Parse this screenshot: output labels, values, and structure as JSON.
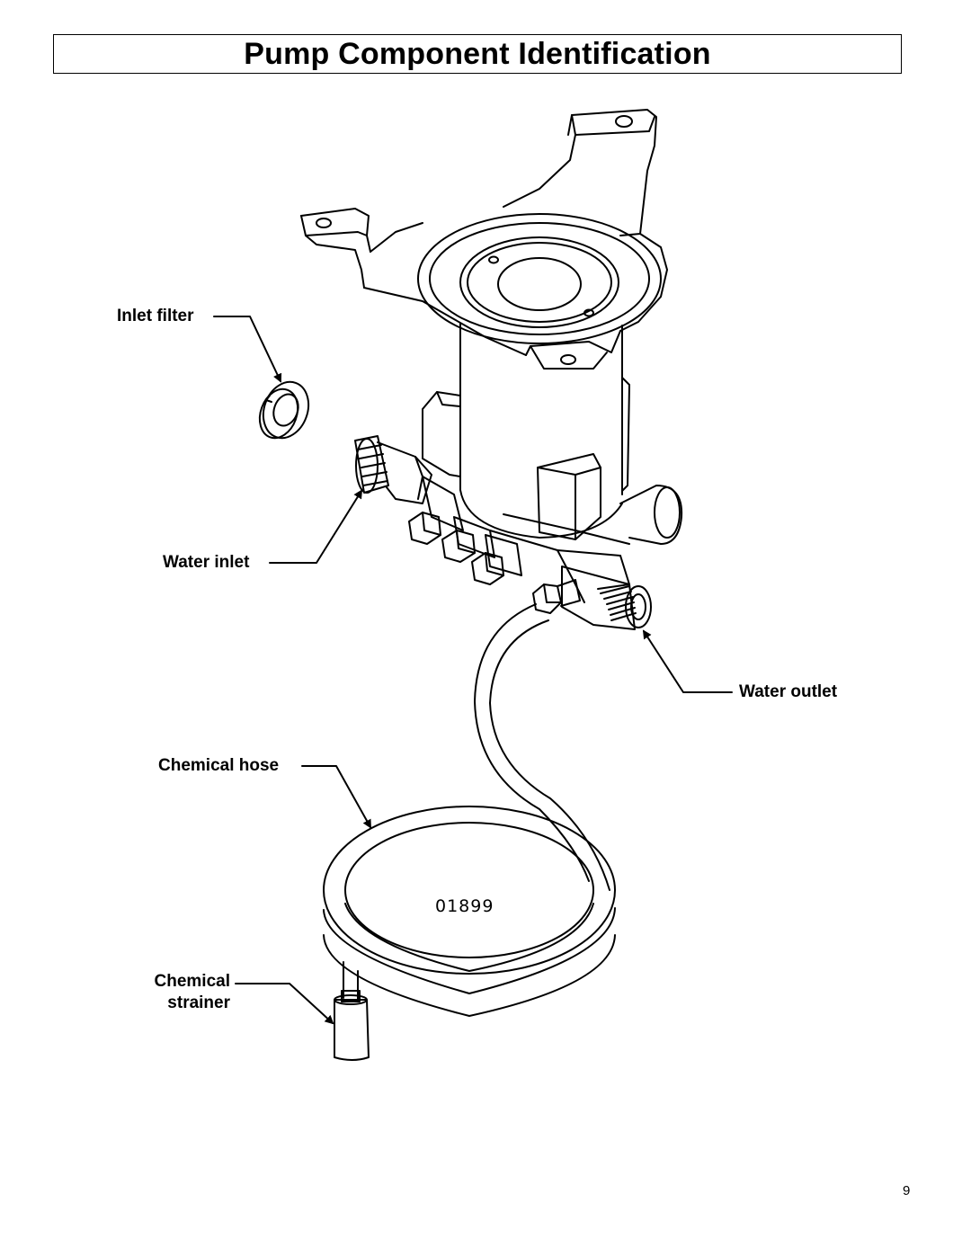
{
  "page": {
    "title": "Pump Component Identification",
    "page_number": "9"
  },
  "figure": {
    "id": "01899",
    "callouts": {
      "inlet_filter": "Inlet filter",
      "water_inlet": "Water inlet",
      "water_outlet": "Water outlet",
      "chemical_hose": "Chemical hose",
      "chemical_strainer_line1": "Chemical",
      "chemical_strainer_line2": "strainer"
    }
  }
}
